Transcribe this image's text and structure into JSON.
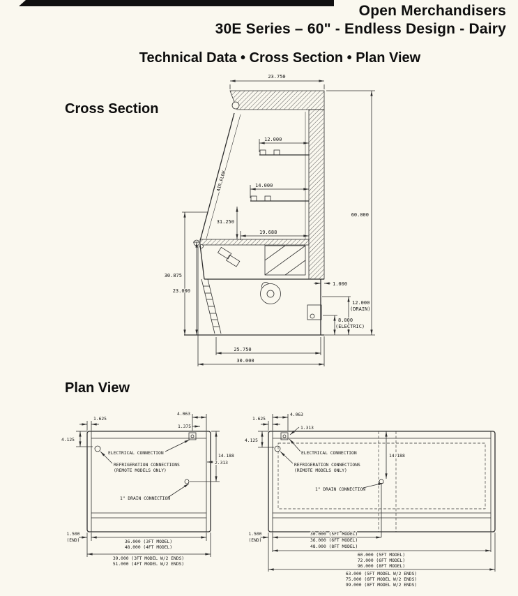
{
  "header": {
    "title1": "Open Merchandisers",
    "title2": "30E Series – 60\" - Endless Design - Dairy",
    "subtitle": "Technical Data • Cross Section • Plan View"
  },
  "cross": {
    "heading": "Cross Section",
    "air_flow": "AIR FLOW",
    "d23750": "23.750",
    "d12000": "12.000",
    "d14000": "14.000",
    "d31250": "31.250",
    "d19688": "19.688",
    "d60000": "60.000",
    "d30875": "30.875",
    "d23000": "23.000",
    "d1000": "1.000",
    "d12000b": "12.000",
    "drain_note": "(DRAIN)",
    "d8000": "8.000",
    "electric_note": "(ELECTRIC)",
    "d25750": "25.750",
    "d30000": "30.000"
  },
  "plan": {
    "heading": "Plan View",
    "left": {
      "d1625": "1.625",
      "d4063": "4.063",
      "d1375": "1.375",
      "d4125": "4.125",
      "d14188": "14.188",
      "d2313": "2.313",
      "electrical": "ELECTRICAL CONNECTION",
      "refrig1": "REFRIGERATION CONNECTIONS",
      "refrig2": "(REMOTE MODELS ONLY)",
      "drain": "1\" DRAIN CONNECTION",
      "end1": "1.500",
      "end2": "(END)",
      "len1": "36.000 (3FT MODEL)",
      "len2": "48.000 (4FT MODEL)",
      "ov1": "39.000 (3FT MODEL W/2 ENDS)",
      "ov2": "51.000 (4FT MODEL W/2 ENDS)"
    },
    "right": {
      "d1625": "1.625",
      "d4063": "4.063",
      "d1313": "1.313",
      "d4125": "4.125",
      "d14188": "14.188",
      "electrical": "ELECTRICAL CONNECTION",
      "refrig1": "REFRIGERATION CONNECTIONS",
      "refrig2": "(REMOTE MODELS ONLY)",
      "drain": "1\" DRAIN CONNECTION",
      "end1": "1.500",
      "end2": "(END)",
      "c1": "30.000 (5FT MODEL)",
      "c2": "36.000 (6FT MODEL)",
      "c3": "48.000 (8FT MODEL)",
      "len1": "60.000 (5FT MODEL)",
      "len2": "72.000 (6FT MODEL)",
      "len3": "96.000 (8FT MODEL)",
      "ov1": "63.000 (5FT MODEL W/2 ENDS)",
      "ov2": "75.000 (6FT MODEL W/2 ENDS)",
      "ov3": "99.000 (8FT MODEL W/2 ENDS)"
    }
  }
}
